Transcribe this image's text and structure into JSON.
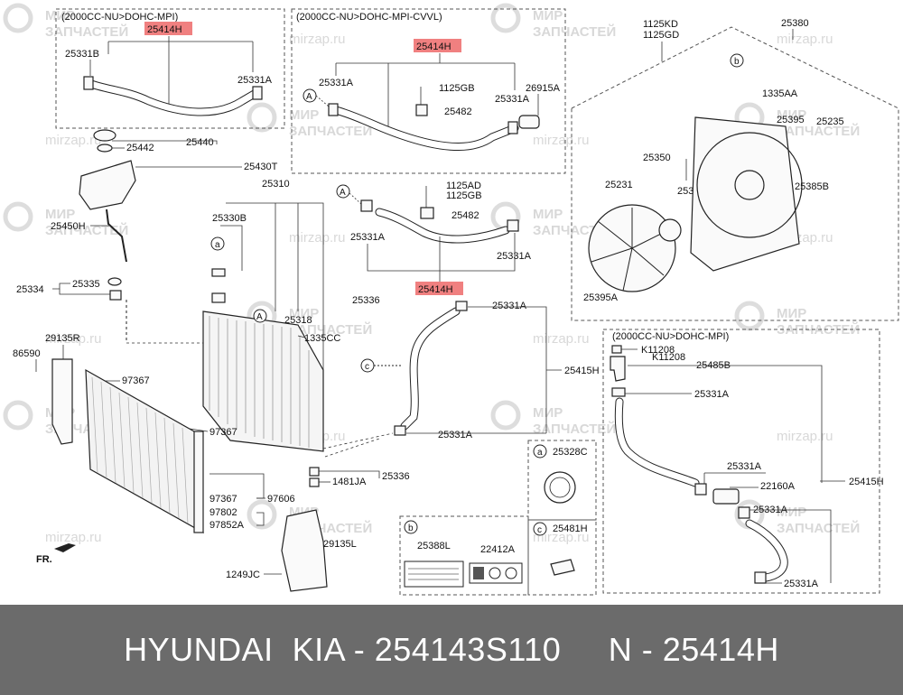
{
  "diagram": {
    "box_titles": {
      "top_left": "(2000CC-NU>DOHC-MPI)",
      "top_middle": "(2000CC-NU>DOHC-MPI-CVVL)",
      "bottom_right": "(2000CC-NU>DOHC-MPI)"
    },
    "highlight_label": "25414H",
    "labels": {
      "l25331B": "25331B",
      "l25331A": "25331A",
      "l1125GB": "1125GB",
      "l25482": "25482",
      "l26915A": "26915A",
      "l1125KD": "1125KD",
      "l1125GD": "1125GD",
      "l25380": "25380",
      "l1335AA": "1335AA",
      "l25395": "25395",
      "l25235": "25235",
      "l25350": "25350",
      "l25385B": "25385B",
      "l25231": "25231",
      "l25386": "25386",
      "l25395A": "25395A",
      "l25442": "25442",
      "l25440": "25440",
      "l25430T": "25430T",
      "l25450H": "25450H",
      "l25310": "25310",
      "l25330B": "25330B",
      "l1125AD": "1125AD",
      "l25334": "25334",
      "l25335": "25335",
      "l25318": "25318",
      "l1335CC": "1335CC",
      "l29135R": "29135R",
      "l86590": "86590",
      "l97367": "97367",
      "l25415H": "25415H",
      "lK11208": "K11208",
      "l25485B": "25485B",
      "l22160A": "22160A",
      "l25336": "25336",
      "l1481JA": "1481JA",
      "l97606": "97606",
      "l97802": "97802",
      "l97852A": "97852A",
      "l29135L": "29135L",
      "l1249JC": "1249JC",
      "l25328C": "25328C",
      "l25481H": "25481H",
      "l25388L": "25388L",
      "l22412A": "22412A",
      "fr": "FR."
    },
    "callouts": {
      "a": "a",
      "b": "b",
      "c": "c",
      "A": "A"
    }
  },
  "watermark": {
    "brand": "МИР",
    "brand2": "ЗАПЧАСТЕЙ",
    "url": "mirzap.ru"
  },
  "footer": {
    "text": "HYUNDAI  KIA - 254143S110     N - 25414H"
  }
}
